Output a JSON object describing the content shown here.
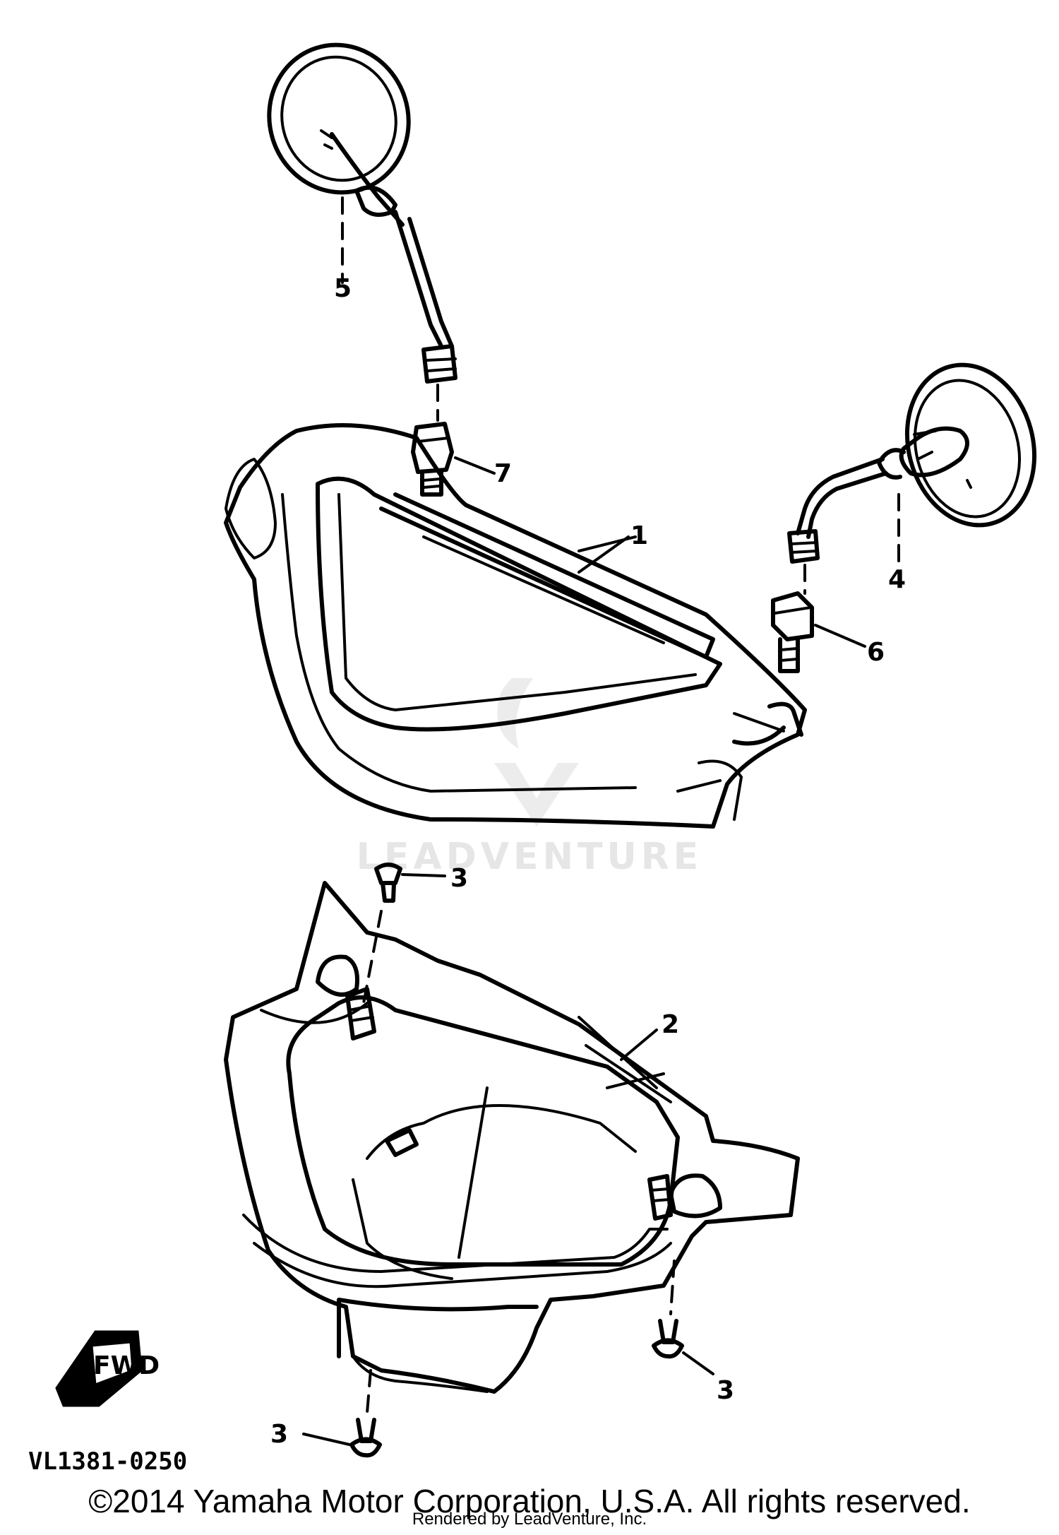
{
  "watermark": {
    "text": "LEADVENTURE",
    "brand_color": "#e6e6e6"
  },
  "callouts": {
    "c1": "1",
    "c2": "2",
    "c3a": "3",
    "c3b": "3",
    "c3c": "3",
    "c4": "4",
    "c5": "5",
    "c6": "6",
    "c7": "7"
  },
  "fwd_label": "FWD",
  "diagram_code": "VL1381-0250",
  "footer": {
    "copyright": "©2014 Yamaha Motor Corporation, U.S.A. All rights reserved.",
    "rendered_by": "Rendered by LeadVenture, Inc."
  }
}
